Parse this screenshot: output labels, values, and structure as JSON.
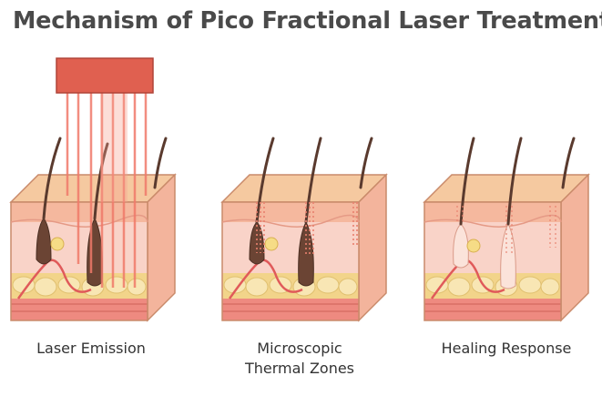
{
  "title": "Mechanism of Pico Fractional Laser Treatment",
  "panels": [
    {
      "label_lines": [
        "Laser Emission"
      ]
    },
    {
      "label_lines": [
        "Microscopic",
        "Thermal Zones"
      ]
    },
    {
      "label_lines": [
        "Healing Response"
      ]
    }
  ],
  "colors": {
    "skin_top": "#f5c9a0",
    "epidermis": "#f5b89e",
    "dermis": "#f9d3c8",
    "fat": "#f6e3a9",
    "fat_bg": "#f2d48a",
    "muscle": "#ee8a80",
    "hair": "#5a3a2e",
    "follicle": "#6b4434",
    "laser_device": "#e06050",
    "laser_beam": "#f07a6a",
    "vessel": "#e05a5a",
    "title_text": "#4a4a4a"
  },
  "icons": [
    "laser-device-icon",
    "hair-icon",
    "hair-follicle-icon",
    "sebaceous-gland-icon",
    "blood-vessel-icon"
  ]
}
